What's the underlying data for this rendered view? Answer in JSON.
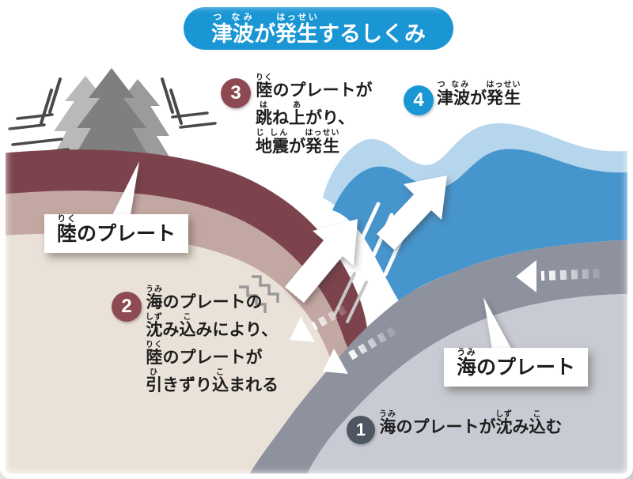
{
  "title": {
    "segments": [
      {
        "t": "津波",
        "r": "つ なみ"
      },
      {
        "t": "が",
        "r": ""
      },
      {
        "t": "発生",
        "r": "はっせい"
      },
      {
        "t": "するしくみ",
        "r": ""
      }
    ]
  },
  "steps": [
    {
      "number": "1",
      "circle_color": "#4e5761",
      "lines": [
        [
          {
            "t": "海",
            "r": "うみ"
          },
          {
            "t": "のプレートが",
            "r": ""
          },
          {
            "t": "沈",
            "r": "しず"
          },
          {
            "t": "み",
            "r": ""
          },
          {
            "t": "込",
            "r": "こ"
          },
          {
            "t": "む",
            "r": ""
          }
        ]
      ]
    },
    {
      "number": "2",
      "circle_color": "#8d4a52",
      "lines": [
        [
          {
            "t": "海",
            "r": "うみ"
          },
          {
            "t": "のプレートの",
            "r": ""
          }
        ],
        [
          {
            "t": "沈",
            "r": "しず"
          },
          {
            "t": "み",
            "r": ""
          },
          {
            "t": "込",
            "r": "こ"
          },
          {
            "t": "みにより、",
            "r": ""
          }
        ],
        [
          {
            "t": "陸",
            "r": "りく"
          },
          {
            "t": "のプレートが",
            "r": ""
          }
        ],
        [
          {
            "t": "引",
            "r": "ひ"
          },
          {
            "t": "きずり",
            "r": ""
          },
          {
            "t": "込",
            "r": "こ"
          },
          {
            "t": "まれる",
            "r": ""
          }
        ]
      ]
    },
    {
      "number": "3",
      "circle_color": "#8d4a52",
      "lines": [
        [
          {
            "t": "陸",
            "r": "りく"
          },
          {
            "t": "のプレートが",
            "r": ""
          }
        ],
        [
          {
            "t": "跳",
            "r": "は"
          },
          {
            "t": "ね",
            "r": ""
          },
          {
            "t": "上",
            "r": "あ"
          },
          {
            "t": "がり、",
            "r": ""
          }
        ],
        [
          {
            "t": "地震",
            "r": "じ しん"
          },
          {
            "t": "が",
            "r": ""
          },
          {
            "t": "発生",
            "r": "はっせい"
          }
        ]
      ]
    },
    {
      "number": "4",
      "circle_color": "#1a96d5",
      "lines": [
        [
          {
            "t": "津波",
            "r": "つ なみ"
          },
          {
            "t": "が",
            "r": ""
          },
          {
            "t": "発生",
            "r": "はっせい"
          }
        ]
      ]
    }
  ],
  "labels": {
    "land": [
      {
        "t": "陸",
        "r": "りく"
      },
      {
        "t": "のプレート",
        "r": ""
      }
    ],
    "ocean": [
      {
        "t": "海",
        "r": "うみ"
      },
      {
        "t": "のプレート",
        "r": ""
      }
    ]
  },
  "colors": {
    "title_bg": "#1a96d5",
    "step_circle_maroon": "#8d4a52",
    "step_circle_blue": "#1a96d5",
    "step_circle_slate": "#4e5761",
    "land_plate": "#7c434c",
    "land_plate_under": "#c3a7a3",
    "ground": "#eae2d8",
    "sea": "#4795cd",
    "sea_crest": "#b5d6ec",
    "ocean_plate": "#8d929e",
    "ocean_plate_under": "#c8cbd3",
    "building_front": "#7f7f7f",
    "building_back": "#b9b9b9",
    "text": "#1d1d1d"
  },
  "icons": {
    "building": "shaking-building-icon",
    "shake_lines": "shake-lines-icon",
    "rebound_arrow": "rebound-up-arrow-icon",
    "tsunami_arrow": "tsunami-up-arrow-icon",
    "drag_arrow": "drag-down-dashed-arrow-icon",
    "subduction_arrow_mid": "subduction-dashed-arrow-icon",
    "subduction_arrow_right": "subduction-dashed-arrow-icon",
    "stress_zigzag": "stress-zigzag-icon"
  }
}
